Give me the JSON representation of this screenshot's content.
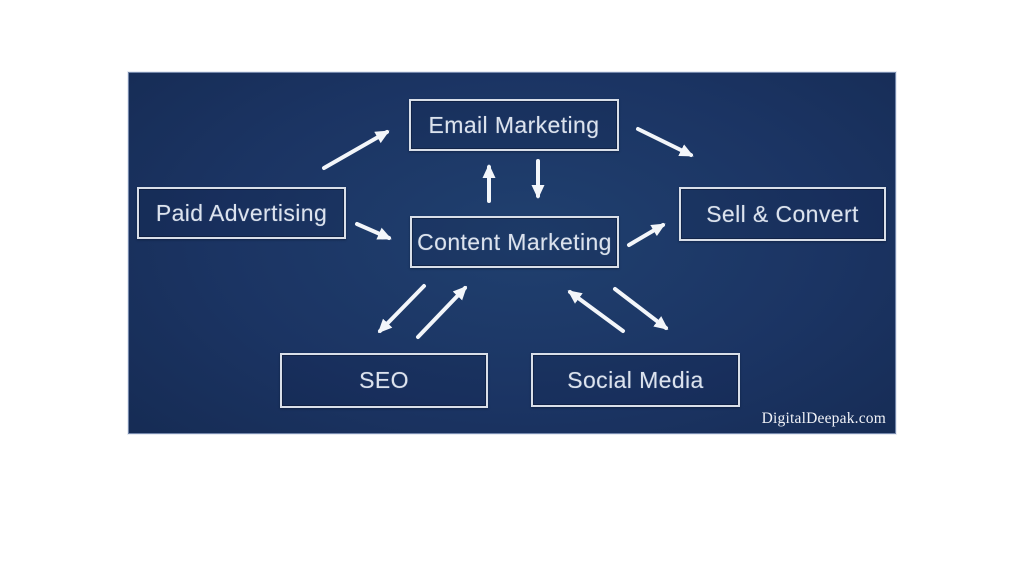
{
  "page": {
    "background": "#ffffff"
  },
  "panel": {
    "gradient_center_color": "#20406f",
    "gradient_edge_color": "#122549",
    "edge_line_color": "#94a6c7",
    "watermark": "DigitalDeepak.com"
  },
  "diagram": {
    "title_implicit": "Digital marketing flow",
    "arrow_color": "#f3f6fa",
    "box_border_color": "#d9dfe9",
    "label_color": "#dce3ee",
    "nodes": [
      {
        "id": "email-marketing",
        "label": "Email Marketing"
      },
      {
        "id": "paid-advertising",
        "label": "Paid Advertising"
      },
      {
        "id": "content-marketing",
        "label": "Content Marketing"
      },
      {
        "id": "sell-convert",
        "label": "Sell & Convert"
      },
      {
        "id": "seo",
        "label": "SEO"
      },
      {
        "id": "social-media",
        "label": "Social Media"
      }
    ],
    "edges": [
      {
        "from": "paid-advertising",
        "to": "email-marketing"
      },
      {
        "from": "email-marketing",
        "to": "sell-convert"
      },
      {
        "from": "content-marketing",
        "to": "email-marketing"
      },
      {
        "from": "email-marketing",
        "to": "content-marketing"
      },
      {
        "from": "paid-advertising",
        "to": "content-marketing"
      },
      {
        "from": "content-marketing",
        "to": "sell-convert"
      },
      {
        "from": "content-marketing",
        "to": "seo"
      },
      {
        "from": "seo",
        "to": "content-marketing"
      },
      {
        "from": "social-media",
        "to": "content-marketing"
      },
      {
        "from": "content-marketing",
        "to": "social-media"
      }
    ]
  }
}
